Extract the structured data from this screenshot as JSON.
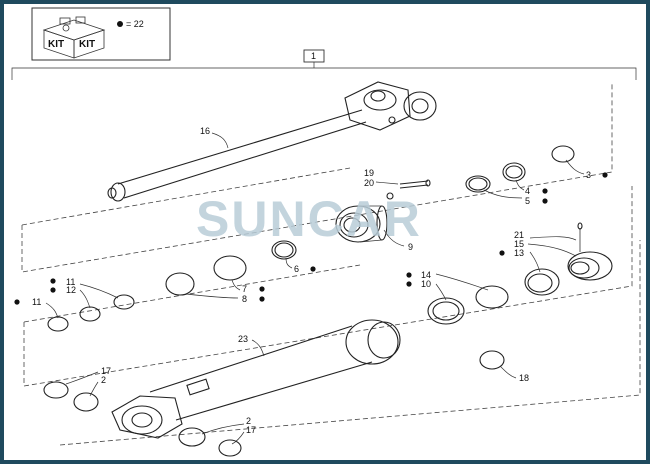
{
  "kit_box": {
    "kit_left": "KIT",
    "kit_right": "KIT",
    "bullet_label": "= 22"
  },
  "assembly_label": "1",
  "watermark": "SUNCAR",
  "callouts": {
    "c16": "16",
    "c19": "19",
    "c20": "20",
    "c9": "9",
    "c3": "3",
    "c4": "4",
    "c5": "5",
    "c6": "6",
    "c7": "7",
    "c8": "8",
    "c11a": "11",
    "c12": "12",
    "c11b": "11",
    "c21": "21",
    "c15": "15",
    "c13": "13",
    "c14": "14",
    "c10": "10",
    "c23": "23",
    "c17a": "17",
    "c2a": "2",
    "c2b": "2",
    "c17b": "17",
    "c18": "18"
  },
  "colors": {
    "frame": "#1f4a5e",
    "watermark": "#b9cdd8",
    "line": "#222222"
  }
}
